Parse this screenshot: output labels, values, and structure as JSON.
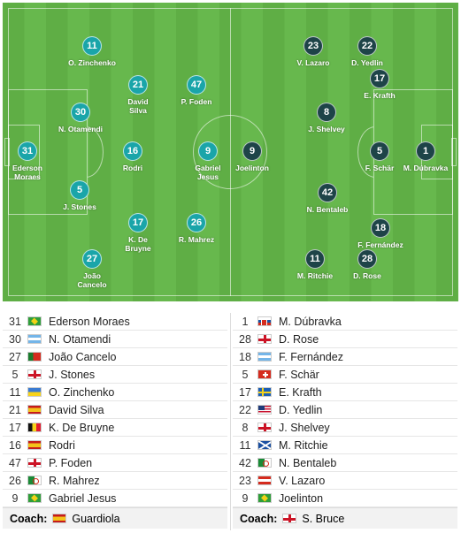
{
  "home": {
    "players": [
      {
        "number": "31",
        "name": "Ederson Moraes",
        "short": "Ederson\nMoraes",
        "flag": "brazil"
      },
      {
        "number": "30",
        "name": "N. Otamendi",
        "short": "N. Otamendi",
        "flag": "argentina"
      },
      {
        "number": "27",
        "name": "João Cancelo",
        "short": "João\nCancelo",
        "flag": "portugal"
      },
      {
        "number": "5",
        "name": "J. Stones",
        "short": "J. Stones",
        "flag": "england"
      },
      {
        "number": "11",
        "name": "O. Zinchenko",
        "short": "O. Zinchenko",
        "flag": "ukraine"
      },
      {
        "number": "21",
        "name": "David Silva",
        "short": "David\nSilva",
        "flag": "spain"
      },
      {
        "number": "17",
        "name": "K. De Bruyne",
        "short": "K. De\nBruyne",
        "flag": "belgium"
      },
      {
        "number": "16",
        "name": "Rodri",
        "short": "Rodri",
        "flag": "spain"
      },
      {
        "number": "47",
        "name": "P. Foden",
        "short": "P. Foden",
        "flag": "england"
      },
      {
        "number": "26",
        "name": "R. Mahrez",
        "short": "R. Mahrez",
        "flag": "algeria"
      },
      {
        "number": "9",
        "name": "Gabriel Jesus",
        "short": "Gabriel\nJesus",
        "flag": "brazil"
      }
    ],
    "coach": {
      "label": "Coach:",
      "name": "Guardiola",
      "flag": "spain"
    }
  },
  "away": {
    "players": [
      {
        "number": "1",
        "name": "M. Dúbravka",
        "short": "M. Dúbravka",
        "flag": "slovakia"
      },
      {
        "number": "28",
        "name": "D. Rose",
        "short": "D. Rose",
        "flag": "england"
      },
      {
        "number": "18",
        "name": "F. Fernández",
        "short": "F. Fernández",
        "flag": "argentina"
      },
      {
        "number": "5",
        "name": "F. Schär",
        "short": "F. Schär",
        "flag": "switzerland"
      },
      {
        "number": "17",
        "name": "E. Krafth",
        "short": "E. Krafth",
        "flag": "sweden"
      },
      {
        "number": "22",
        "name": "D. Yedlin",
        "short": "D. Yedlin",
        "flag": "usa"
      },
      {
        "number": "8",
        "name": "J. Shelvey",
        "short": "J. Shelvey",
        "flag": "england"
      },
      {
        "number": "11",
        "name": "M. Ritchie",
        "short": "M. Ritchie",
        "flag": "scotland"
      },
      {
        "number": "42",
        "name": "N. Bentaleb",
        "short": "N. Bentaleb",
        "flag": "algeria"
      },
      {
        "number": "23",
        "name": "V. Lazaro",
        "short": "V. Lazaro",
        "flag": "austria"
      },
      {
        "number": "9",
        "name": "Joelinton",
        "short": "Joelinton",
        "flag": "brazil"
      }
    ],
    "coach": {
      "label": "Coach:",
      "name": "S. Bruce",
      "flag": "england"
    }
  }
}
